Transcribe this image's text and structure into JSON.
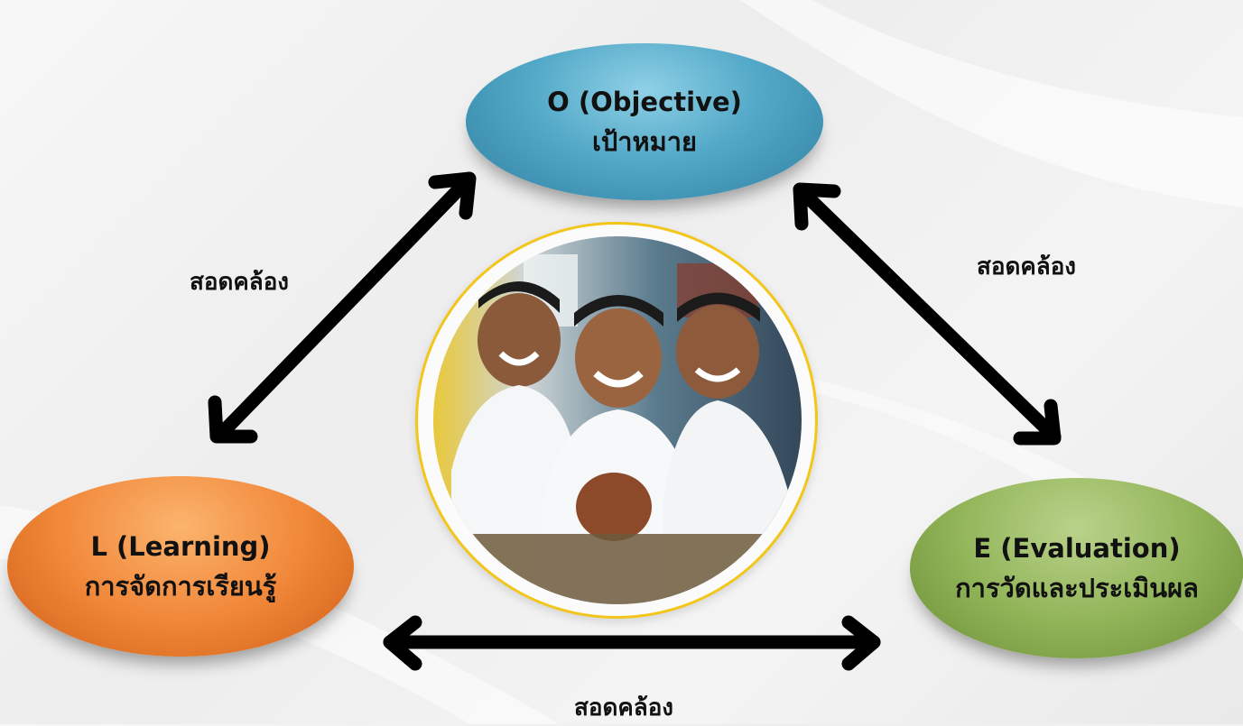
{
  "nodes": {
    "objective": {
      "line1": "O (Objective)",
      "line2": "เป้าหมาย"
    },
    "learning": {
      "line1": "L (Learning)",
      "line2": "การจัดการเรียนรู้"
    },
    "evaluation": {
      "line1": "E (Evaluation)",
      "line2": "การวัดและประเมินผล"
    }
  },
  "relations": {
    "objective_learning": "สอดคล้อง",
    "objective_evaluation": "สอดคล้อง",
    "learning_evaluation": "สอดคล้อง"
  },
  "photo": {
    "subject": "three smiling schoolboys in white uniforms"
  },
  "colors": {
    "objective": "#53a9c8",
    "learning": "#f1883a",
    "evaluation": "#93b55a",
    "ring": "#f2c61a",
    "arrow": "#000000"
  }
}
